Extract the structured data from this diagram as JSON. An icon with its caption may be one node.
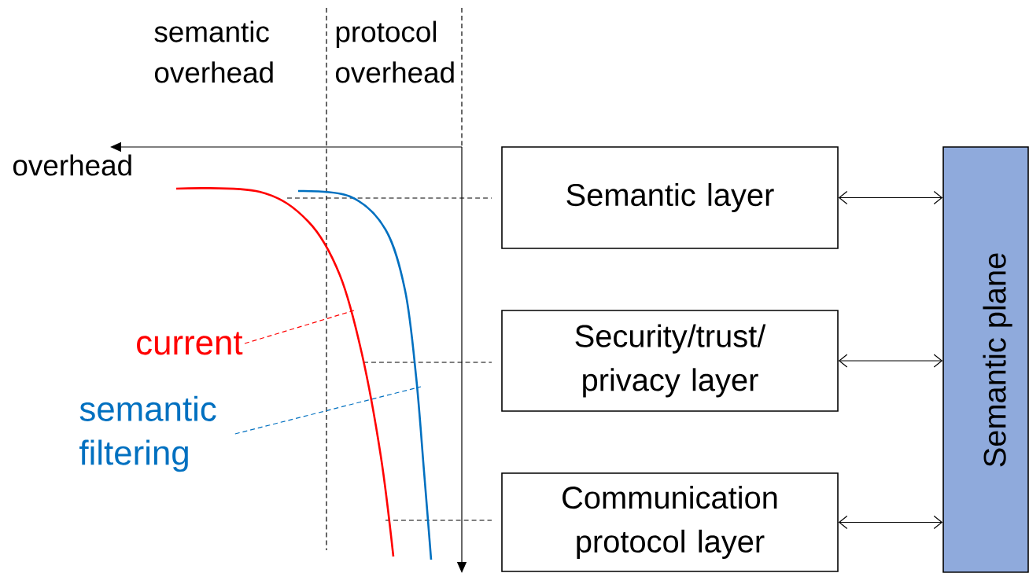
{
  "diagram": {
    "nodes": [
      {
        "text": [
          "Semantic layer"
        ]
      },
      {
        "text": [
          "Security/trust/ privacy layer"
        ]
      },
      {
        "text": [
          "Communication protocol layer"
        ]
      },
      {
        "text": [
          "Semantic plane"
        ]
      },
      {
        "text": [
          "current"
        ]
      },
      {
        "text": [],
        "shape": "curve"
      },
      {
        "text": [
          "semantic filtering"
        ]
      },
      {
        "text": [],
        "shape": "curve"
      }
    ],
    "edges": [
      {
        "from": 0,
        "to": 3,
        "arrow": "both"
      },
      {
        "from": 1,
        "to": 3,
        "arrow": "both"
      },
      {
        "from": 2,
        "to": 3,
        "arrow": "both"
      },
      {
        "from": 4,
        "to": 5,
        "arrow": "none",
        "style": "dashed",
        "color": "#ff0000"
      },
      {
        "from": 6,
        "to": 7,
        "arrow": "none",
        "style": "dashed",
        "color": "#0070c0"
      }
    ],
    "labels": [
      "semantic overhead",
      "protocol overhead",
      "overhead"
    ]
  }
}
